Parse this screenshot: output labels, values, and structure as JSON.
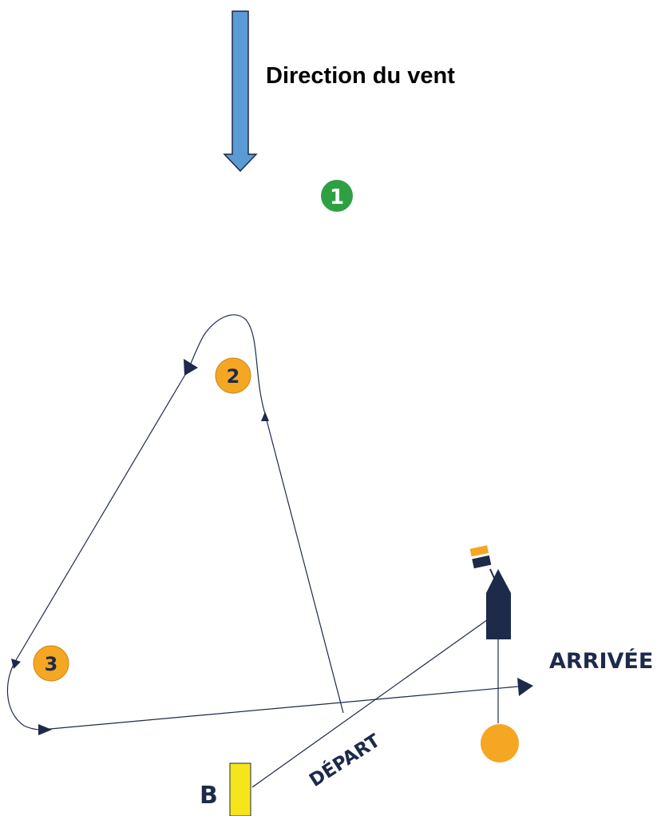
{
  "wind": {
    "label": "Direction du vent",
    "color": "#5b9bd5"
  },
  "marks": {
    "mark1": {
      "number": "1",
      "color": "#2ea043"
    },
    "mark2": {
      "number": "2",
      "color": "#f5a623"
    },
    "mark3": {
      "number": "3",
      "color": "#f5a623"
    }
  },
  "start_line": {
    "label": "DÉPART",
    "pin_label": "B",
    "pin_color": "#f5e51b",
    "committee_boat_color": "#1d2a4a",
    "flag_colors": [
      "#f5a623",
      "#1d2a4a"
    ]
  },
  "finish": {
    "label": "ARRIVÉE",
    "buoy_color": "#f5a623"
  },
  "course_line_color": "#1d2a4a"
}
